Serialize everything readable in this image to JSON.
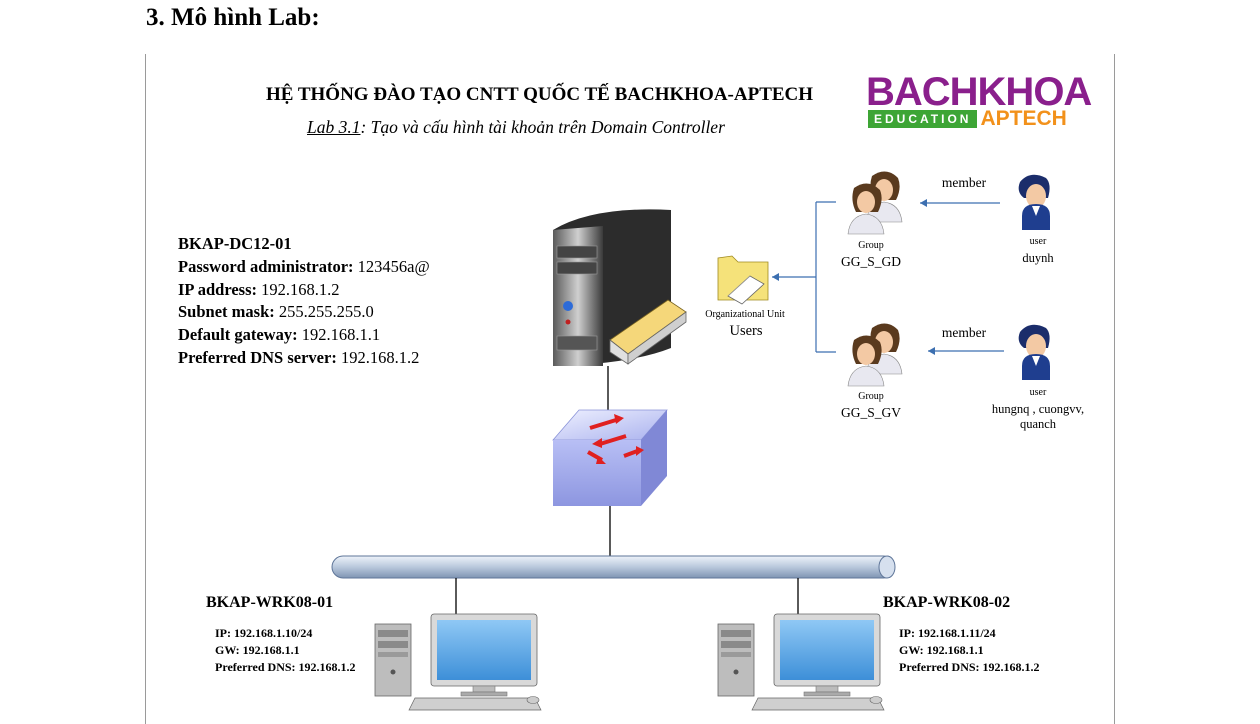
{
  "heading": "3. Mô hình Lab:",
  "title": "HỆ THỐNG ĐÀO TẠO CNTT QUỐC TẾ BACHKHOA-APTECH",
  "subtitle": {
    "lab": "Lab 3.1",
    "rest": ": Tạo và cấu hình tài khoản trên Domain Controller"
  },
  "logo": {
    "name": "BACHKHOA",
    "education": "EDUCATION",
    "aptech": "APTECH",
    "colors": {
      "purple": "#8a1f8c",
      "green": "#3da535",
      "orange": "#f2911b"
    }
  },
  "server": {
    "name": "BKAP-DC12-01",
    "rows": [
      {
        "label": "Password administrator:",
        "value": " 123456a@"
      },
      {
        "label": "IP address:",
        "value": " 192.168.1.2"
      },
      {
        "label": "Subnet mask:",
        "value": " 255.255.255.0"
      },
      {
        "label": "Default gateway:",
        "value": " 192.168.1.1"
      },
      {
        "label": "Preferred DNS server:",
        "value": " 192.168.1.2"
      }
    ]
  },
  "ou": {
    "type": "Organizational Unit",
    "name": "Users"
  },
  "groups": [
    {
      "type": "Group",
      "name": "GG_S_GD",
      "member_label": "member",
      "user_type": "user",
      "users": "duynh"
    },
    {
      "type": "Group",
      "name": "GG_S_GV",
      "member_label": "member",
      "user_type": "user",
      "users": "hungnq , cuongvv,",
      "users2": "quanch"
    }
  ],
  "workstations": [
    {
      "name": "BKAP-WRK08-01",
      "ip": "IP: 192.168.1.10/24",
      "gw": "GW: 192.168.1.1",
      "dns": "Preferred DNS: 192.168.1.2"
    },
    {
      "name": "BKAP-WRK08-02",
      "ip": "IP: 192.168.1.11/24",
      "gw": "GW: 192.168.1.1",
      "dns": "Preferred DNS: 192.168.1.2"
    }
  ]
}
